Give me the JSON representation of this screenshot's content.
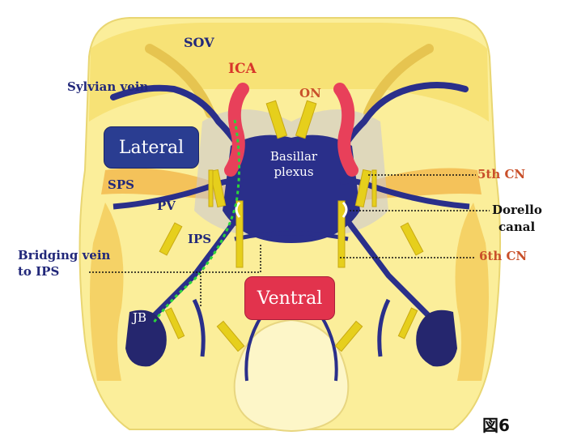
{
  "labels": {
    "sov": "SOV",
    "ica": "ICA",
    "on": "ON",
    "sylvian_vein": "Sylvian vein",
    "lateral": "Lateral",
    "basillar_plexus_line1": "Basillar",
    "basillar_plexus_line2": "plexus",
    "fifth_cn": "5th CN",
    "sps": "SPS",
    "pv": "PV",
    "dorello_line1": "Dorello",
    "dorello_line2": "canal",
    "ips": "IPS",
    "sixth_cn": "6th CN",
    "bridging_line1": "Bridging vein",
    "bridging_line2": "to IPS",
    "ventral": "Ventral",
    "jb": "JB",
    "figure_number": "図6"
  },
  "colors": {
    "skull_light": "#fbee9a",
    "skull_mid": "#f4d860",
    "bone_orange": "#f2b64a",
    "vein_navy": "#2a2f8a",
    "artery_red": "#e8405a",
    "nerve_yellow": "#e6cf1c",
    "dotted_green": "#2bd63a"
  }
}
